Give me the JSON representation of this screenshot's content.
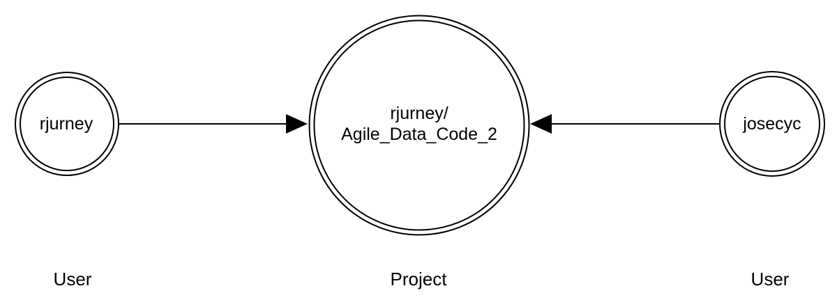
{
  "diagram": {
    "colors": {
      "background": "#ffffff",
      "stroke": "#000000",
      "text": "#000000"
    },
    "nodes": [
      {
        "id": "user-left",
        "label": "rjurney",
        "type_label": "User",
        "shape": "double-circle"
      },
      {
        "id": "project-center",
        "label_line1": "rjurney/",
        "label_line2": "Agile_Data_Code_2",
        "type_label": "Project",
        "shape": "double-circle"
      },
      {
        "id": "user-right",
        "label": "josecyc",
        "type_label": "User",
        "shape": "double-circle"
      }
    ],
    "edges": [
      {
        "from": "rjurney",
        "to": "rjurney/Agile_Data_Code_2",
        "direction": "left-to-right"
      },
      {
        "from": "josecyc",
        "to": "rjurney/Agile_Data_Code_2",
        "direction": "right-to-left"
      }
    ]
  }
}
